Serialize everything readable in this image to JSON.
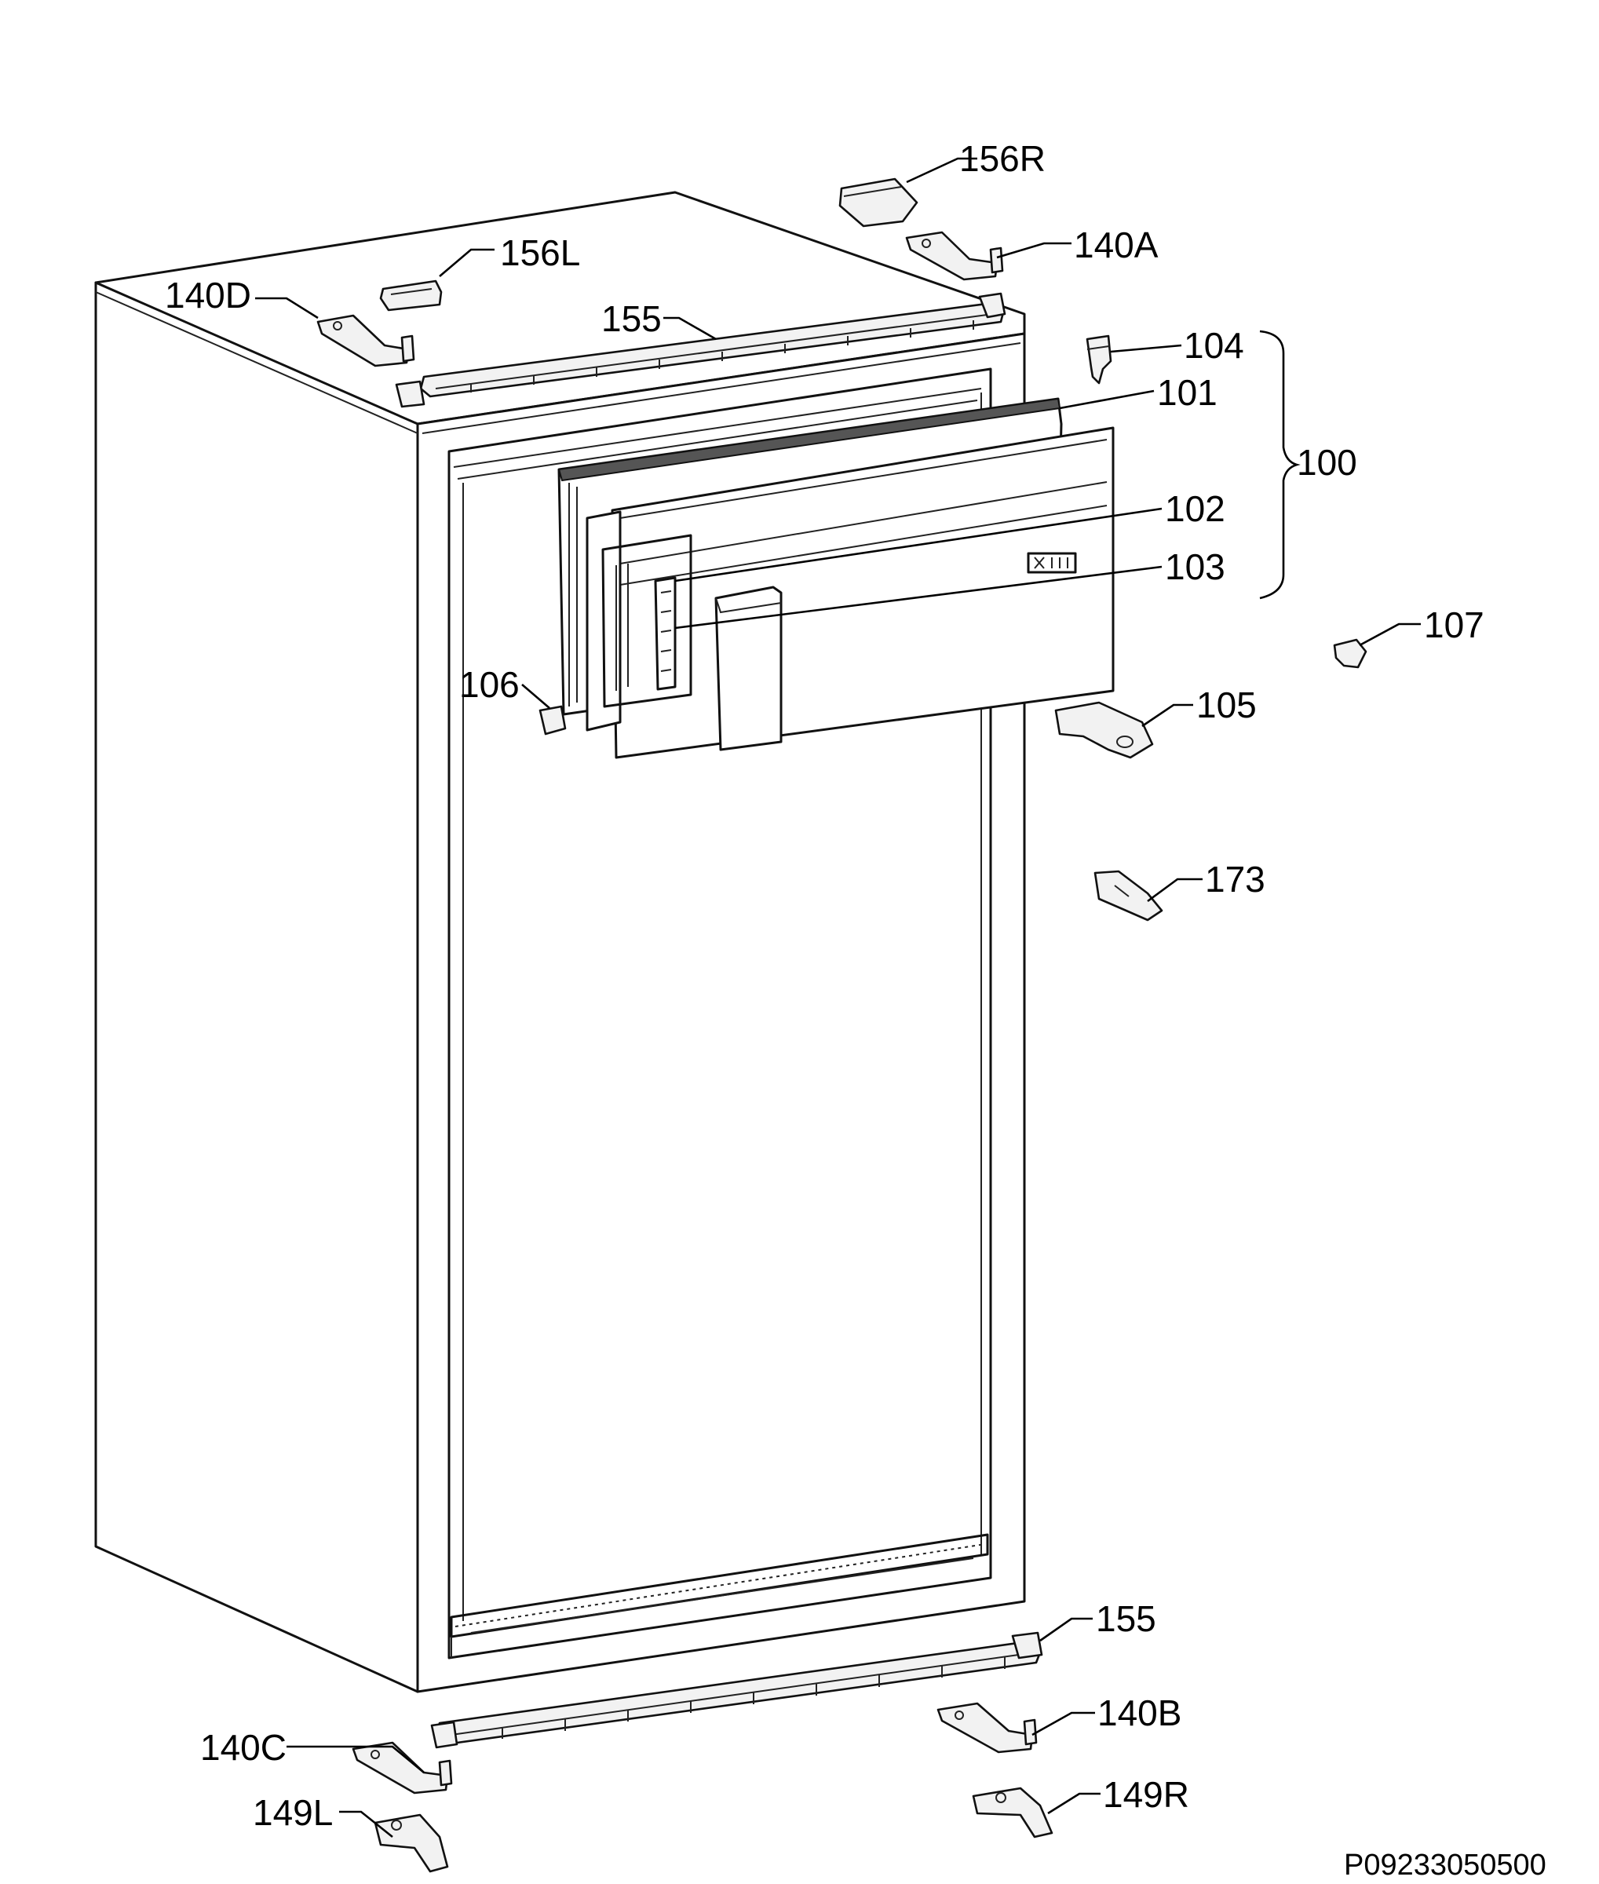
{
  "labels": {
    "p156R": "156R",
    "p156L": "156L",
    "p140A": "140A",
    "p140D": "140D",
    "p155_top": "155",
    "p104": "104",
    "p101": "101",
    "p100": "100",
    "p102": "102",
    "p103": "103",
    "p107": "107",
    "p106": "106",
    "p105": "105",
    "p173": "173",
    "p155_bottom": "155",
    "p140B": "140B",
    "p140C": "140C",
    "p149R": "149R",
    "p149L": "149L"
  },
  "drawing_code": "P09233050500"
}
